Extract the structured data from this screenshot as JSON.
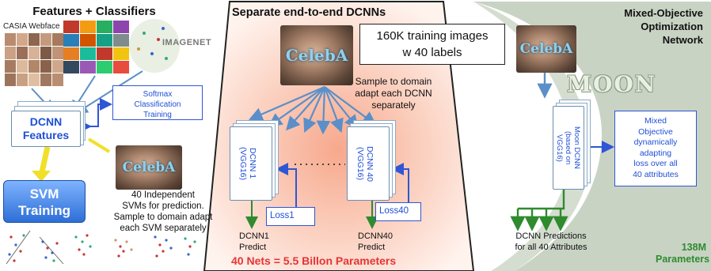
{
  "features_panel": {
    "title": "Features + Classifiers",
    "casia_label": "CASIA Webface",
    "imagenet_label": "IMAGENET",
    "dcnn_features_label_line1": "DCNN",
    "dcnn_features_label_line2": "Features",
    "softmax_line1": "Softmax",
    "softmax_line2": "Classification",
    "softmax_line3": "Training",
    "svm_line1": "SVM",
    "svm_line2": "Training",
    "independent_line1": "40 Independent",
    "independent_line2": "SVMs for prediction.",
    "independent_line3": "Sample to domain adapt",
    "independent_line4": "each SVM separately",
    "celeba_label": "CelebA"
  },
  "dcnn_panel": {
    "title": "Separate end-to-end DCNNs",
    "celeba_label": "CelebA",
    "training_line1": "160K training images",
    "training_line2": "w 40 labels",
    "sample_line1": "Sample to domain",
    "sample_line2": "adapt each DCNN",
    "sample_line3": "separately",
    "dcnn1_line1": "DCNN 1",
    "dcnn1_line2": "(VGG16)",
    "dcnn40_line1": "DCNN 40",
    "dcnn40_line2": "(VGG16)",
    "loss1": "Loss1",
    "loss40": "Loss40",
    "predict1_line1": "DCNN1",
    "predict1_line2": "Predict",
    "predict40_line1": "DCNN40",
    "predict40_line2": "Predict",
    "footer": "40 Nets = 5.5 Billon Parameters"
  },
  "moon_panel": {
    "title_line1": "Mixed-Objective",
    "title_line2": "Optimization",
    "title_line3": "Network",
    "celeba_label": "CelebA",
    "moon_word": "MOON",
    "moon_dcnn_line1": "Moon DCNN",
    "moon_dcnn_line2": "(based on",
    "moon_dcnn_line3": "VGG16)",
    "mixed_line1": "Mixed",
    "mixed_line2": "Objective",
    "mixed_line3": "dynamically",
    "mixed_line4": "adapting",
    "mixed_line5": "loss over all",
    "mixed_line6": "40 attributes",
    "predictions_line1": "DCNN Predictions",
    "predictions_line2": "for all 40 Attributes",
    "params_line1": "138M",
    "params_line2": "Parameters"
  },
  "colors": {
    "blue_arrow": "#5b8fc9",
    "blue_text": "#1f4fd6",
    "green_arrow": "#2e8b2e",
    "red_text": "#e53535",
    "moon_shape": "#c9d3c4"
  }
}
